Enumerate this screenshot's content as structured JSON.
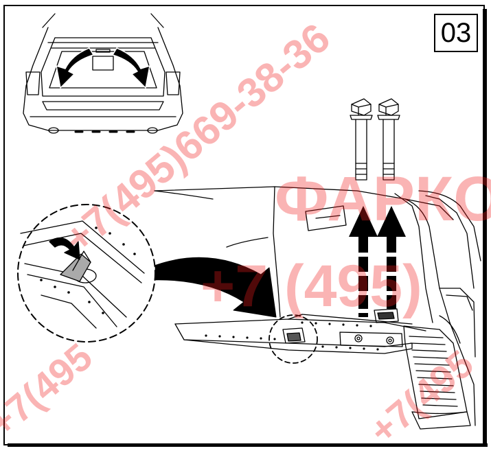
{
  "step_number": "03",
  "watermark": {
    "phone_diagonal": "+7(495)669-38-36",
    "brand": "ФАРКОП",
    "phone_horizontal": "+7 (495)",
    "phone_fragment_left": "+7(495",
    "phone_fragment_right": "+7(495"
  },
  "colors": {
    "line": "#000000",
    "watermark": "#f21e1e",
    "background": "#ffffff"
  },
  "icons": [
    "curved-arrow-icon",
    "up-arrow-icon",
    "bolt-icon",
    "detail-circle"
  ]
}
